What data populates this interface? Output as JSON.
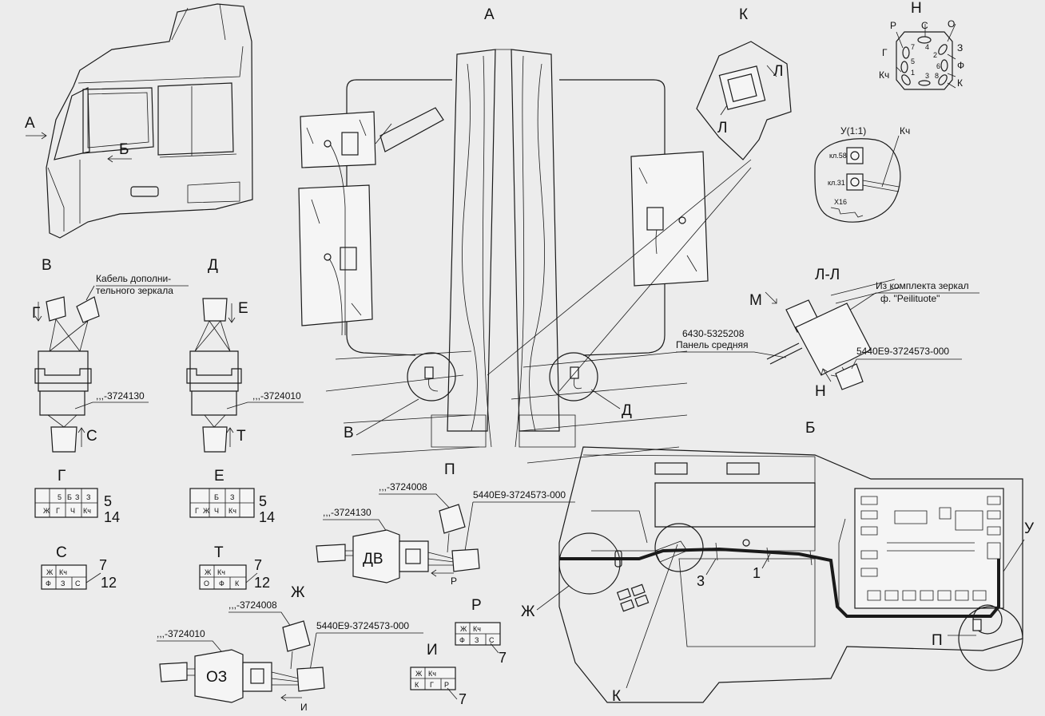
{
  "views": {
    "a_left": "А",
    "a_top": "А",
    "b_left": "Б",
    "b_top": "Б",
    "k_top": "К",
    "k_bottom": "К",
    "n_top": "Н",
    "v_title": "В",
    "d_title": "Д",
    "ll_title": "Л-Л",
    "l_1": "Л",
    "l_2": "Л",
    "u_title": "У(1:1)",
    "u_label": "У",
    "m_label": "М",
    "n_label": "Н",
    "g_title": "Г",
    "e_title": "Е",
    "s_title": "С",
    "t_title": "Т",
    "p_title": "П",
    "zh_title": "Ж",
    "r_title": "Р",
    "i_title": "И",
    "v_callout": "В",
    "d_callout": "Д",
    "zh_callout": "Ж",
    "p_callout": "П"
  },
  "pin_n": {
    "letters": [
      "Р",
      "С",
      "О",
      "Г",
      "З",
      "Ф",
      "Кч",
      "К"
    ],
    "numbers": [
      "7",
      "4",
      "2",
      "5",
      "6",
      "1",
      "3",
      "8"
    ]
  },
  "detail_u": {
    "kl58": "кл.58",
    "kl31": "кл.31",
    "x16": "X16",
    "kch": "Кч"
  },
  "view_v": {
    "cable_label_1": "Кабель дополни-",
    "cable_label_2": "тельного зеркала",
    "arrow_g": "Г",
    "arrow_s": "С",
    "part": ",,,-3724130"
  },
  "view_d": {
    "arrow_e": "Е",
    "arrow_t": "Т",
    "part": ",,,-3724010"
  },
  "section_ll": {
    "mirror_kit_1": "Из комплекта зеркал",
    "mirror_kit_2": "ф. \"Peilituote\"",
    "panel_part": "6430-5325208",
    "panel_name": "Панель средняя",
    "harness_part": "5440Е9-3724573-000"
  },
  "conn_g": {
    "row1": [
      "5",
      "Б",
      "З",
      "З"
    ],
    "row2": [
      "Ж",
      "Г",
      "Ч",
      "Кч"
    ],
    "ref1": "5",
    "ref2": "14"
  },
  "conn_e": {
    "row1": [
      "Б",
      "З"
    ],
    "row2": [
      "Г",
      "Ж",
      "Ч",
      "Кч"
    ],
    "ref1": "5",
    "ref2": "14"
  },
  "conn_s": {
    "row1": [
      "Ж",
      "Кч"
    ],
    "row2": [
      "Ф",
      "З",
      "С"
    ],
    "ref1": "7",
    "ref2": "12"
  },
  "conn_t": {
    "row1": [
      "Ж",
      "Кч"
    ],
    "row2": [
      "О",
      "Ф",
      "К"
    ],
    "ref1": "7",
    "ref2": "12"
  },
  "conn_r": {
    "row1": [
      "Ж",
      "Кч"
    ],
    "row2": [
      "Ф",
      "З",
      "С"
    ],
    "ref": "7"
  },
  "conn_i": {
    "row1": [
      "Ж",
      "Кч"
    ],
    "row2": [
      "К",
      "Г",
      "Р"
    ],
    "ref": "7"
  },
  "view_p": {
    "part_top": ",,,-3724008",
    "part_left": ",,,-3724130",
    "harness": "5440Е9-3724573-000",
    "switch": "ДВ",
    "arrow_r": "Р"
  },
  "view_zh": {
    "part_top": ",,,-3724008",
    "part_left": ",,,-3724010",
    "harness": "5440Е9-3724573-000",
    "switch": "ОЗ",
    "arrow_i": "И"
  },
  "view_b": {
    "item_1": "1",
    "item_3": "3"
  }
}
